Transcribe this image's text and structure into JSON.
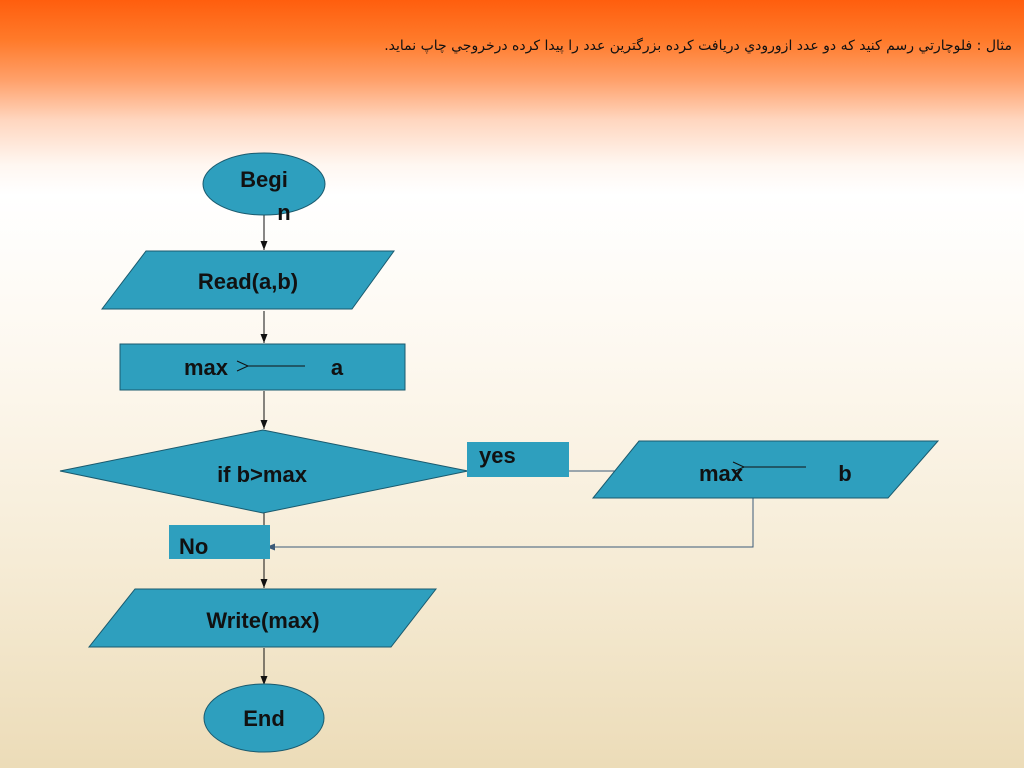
{
  "title": "مثال : فلوچارتي رسم كنيد كه دو عدد ازورودي دريافت كرده بزرگترين عدد  را پيدا كرده درخروجي چاپ نمايد.",
  "colors": {
    "shape_fill": "#2e9fbe",
    "shape_stroke": "#1a5a6e",
    "background_top": "#ff5e0e",
    "background_bottom": "#ecdcb8"
  },
  "flowchart": {
    "begin_line1": "Begi",
    "begin_line2": "n",
    "read": "Read(a,b)",
    "assign_left": "max",
    "assign_right": "a",
    "decision": "if  b>max",
    "yes_label": "yes",
    "yes_assign_left": "max",
    "yes_assign_right": "b",
    "no_label": "No",
    "write": "Write(max)",
    "end": "End"
  }
}
